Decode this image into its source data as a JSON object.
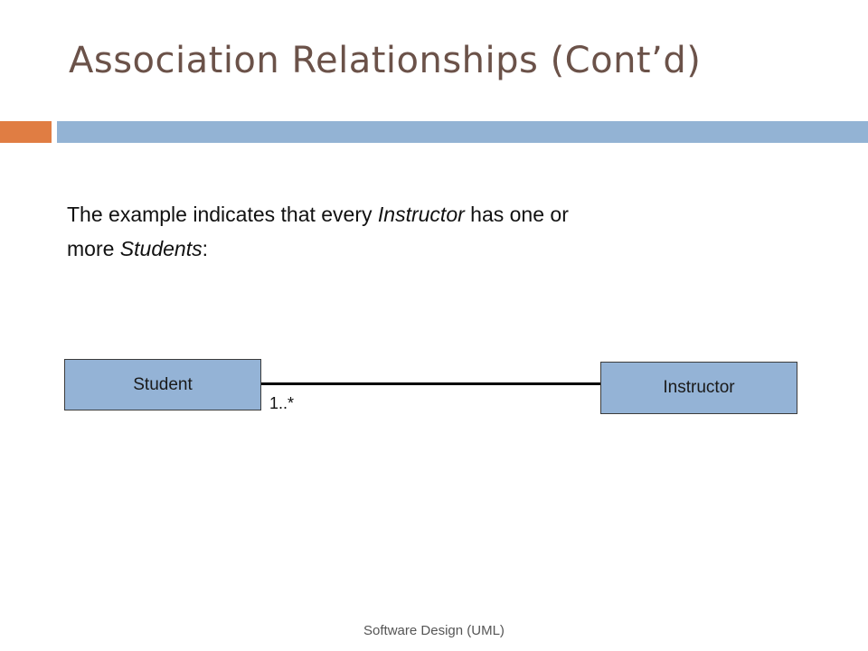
{
  "slide": {
    "title": "Association Relationships (Cont’d)",
    "body": {
      "part1": "The example indicates that every ",
      "instructor_word": "Instructor",
      "part2": " has one or",
      "part3": "more ",
      "students_word": "Students",
      "part4": ":"
    },
    "footer": "Software Design (UML)"
  },
  "diagram": {
    "student_label": "Student",
    "instructor_label": "Instructor",
    "multiplicity": "1..*"
  },
  "colors": {
    "title": "#6b5249",
    "accent_bar": "#e07d43",
    "main_bar": "#93b3d4",
    "class_fill": "#94b3d6"
  }
}
